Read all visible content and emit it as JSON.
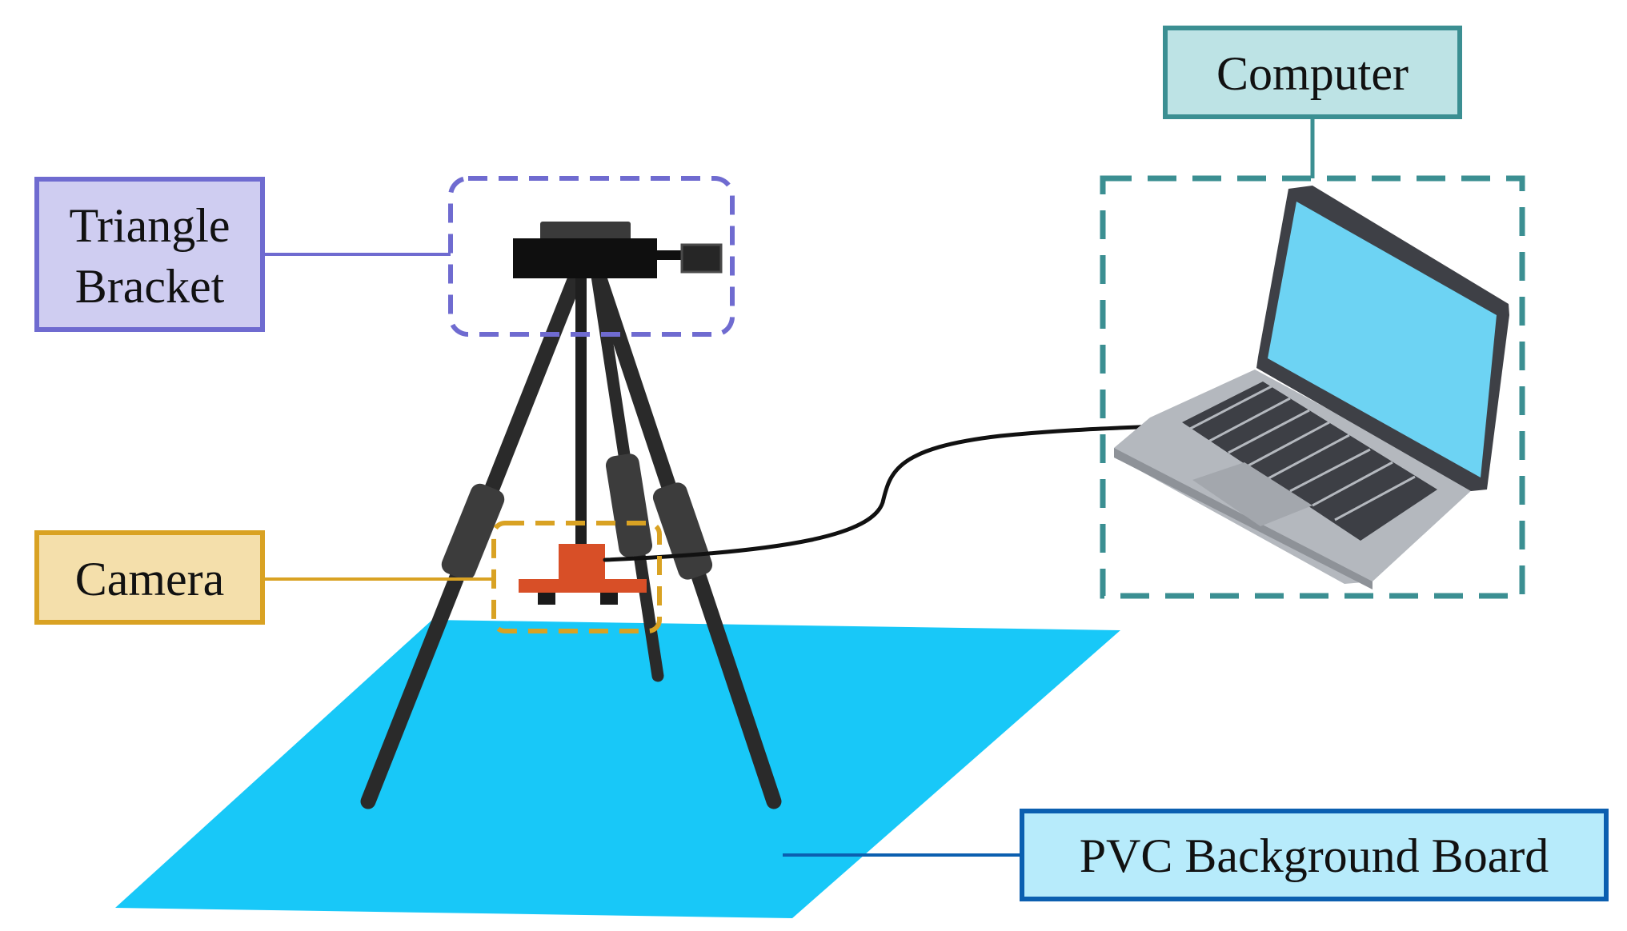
{
  "labels": {
    "triangle_bracket": [
      "Triangle",
      "Bracket"
    ],
    "camera": "Camera",
    "computer": "Computer",
    "pvc_board": "PVC Background Board"
  },
  "colors": {
    "bracket_accent": "#6f6bd0",
    "bracket_fill": "#cfcdf1",
    "camera_accent": "#d9a223",
    "camera_fill": "#f4dfab",
    "computer_accent": "#3b8f92",
    "computer_fill": "#bde3e5",
    "board_accent": "#0b5fb0",
    "board_fill": "#b7ebfb",
    "board_surface": "#18c8f8",
    "tripod": "#2a2a2a",
    "camera_body": "#d84f27",
    "laptop_screen": "#6dd3f3",
    "laptop_body": "#b4b8be"
  },
  "icons": [
    "tripod-icon",
    "camera-icon",
    "laptop-icon",
    "cable-icon"
  ]
}
